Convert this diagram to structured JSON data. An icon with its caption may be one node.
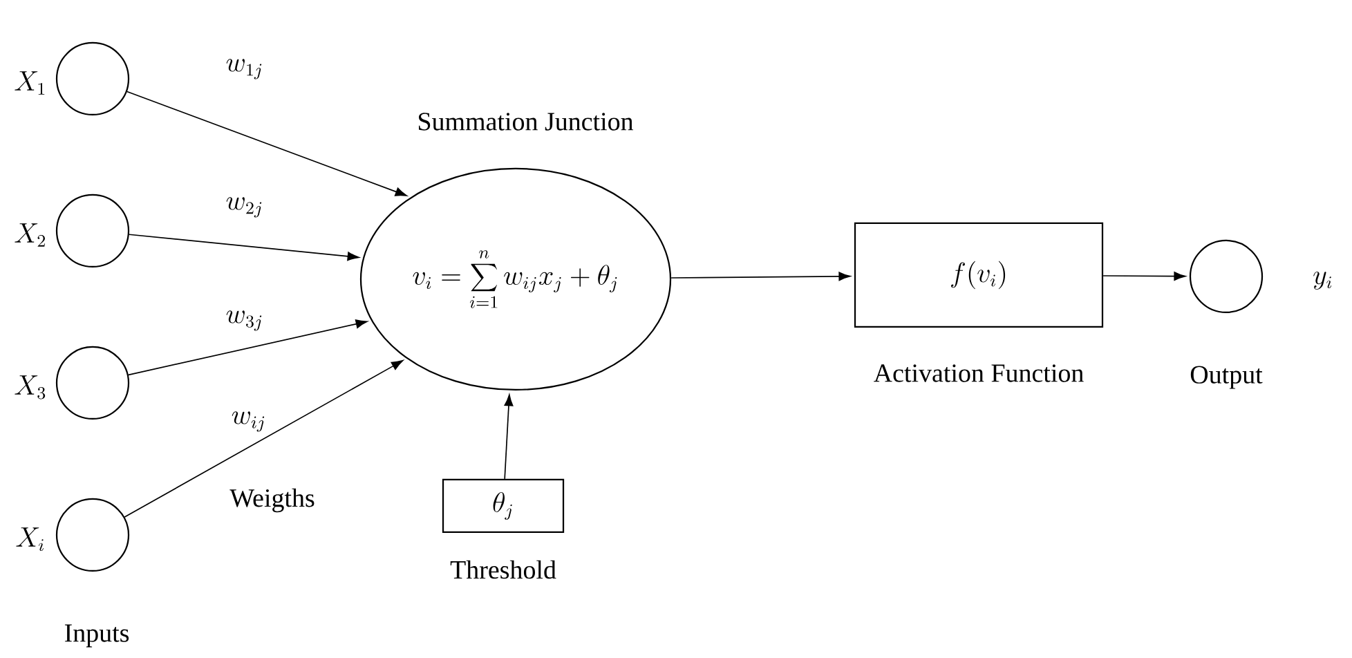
{
  "diagram": {
    "nodes": [
      {
        "text": [],
        "shape": "circle",
        "beside": [
          "X_1"
        ]
      },
      {
        "text": [],
        "shape": "circle",
        "beside": [
          "X_2"
        ]
      },
      {
        "text": [],
        "shape": "circle",
        "beside": [
          "X_3"
        ]
      },
      {
        "text": [],
        "shape": "circle",
        "beside": [
          "X_i"
        ]
      },
      {
        "text": [
          "v_i = \\sum_{i=1}^{n} w_{ij} x_j + \\theta_j"
        ],
        "beside": [
          "Summation Junction"
        ]
      },
      {
        "text": [
          "\\theta_j"
        ],
        "beside": [
          "Threshold"
        ]
      },
      {
        "text": [
          "f(v_i)"
        ],
        "beside": [
          "Activation Function"
        ]
      },
      {
        "text": [],
        "shape": "circle",
        "beside": [
          "Output",
          "y_i"
        ]
      }
    ],
    "edges": [
      {
        "from": 0,
        "to": 4,
        "arrow": "to",
        "label": "w_{1j}"
      },
      {
        "from": 1,
        "to": 4,
        "arrow": "to",
        "label": "w_{2j}"
      },
      {
        "from": 2,
        "to": 4,
        "arrow": "to",
        "label": "w_{3j}"
      },
      {
        "from": 3,
        "to": 4,
        "arrow": "to",
        "label": "w_{ij}"
      },
      {
        "from": 5,
        "to": 4,
        "arrow": "to"
      },
      {
        "from": 4,
        "to": 6,
        "arrow": "to"
      },
      {
        "from": 6,
        "to": 7,
        "arrow": "to"
      }
    ],
    "labels": [
      "Weigths",
      "Inputs"
    ]
  }
}
